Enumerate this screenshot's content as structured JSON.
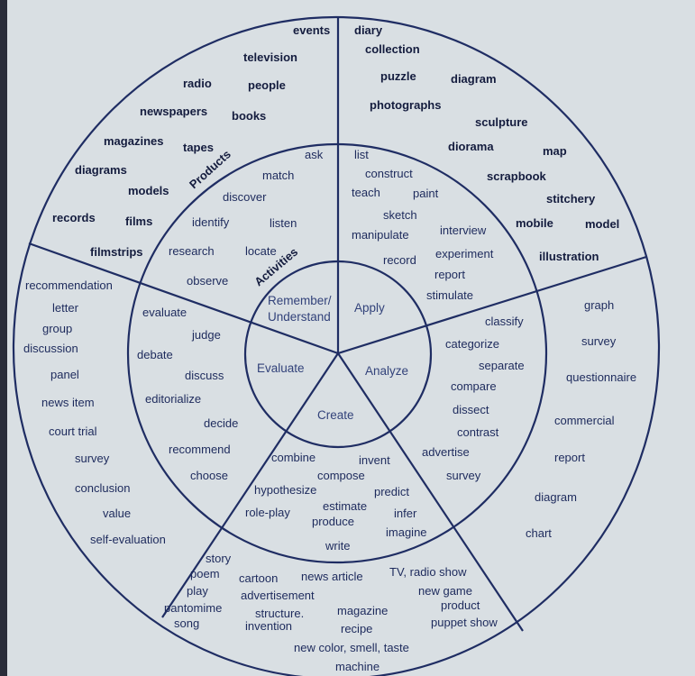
{
  "levels": {
    "remember": "Remember/",
    "understand": "Understand",
    "apply": "Apply",
    "evaluate": "Evaluate",
    "analyze": "Analyze",
    "create": "Create"
  },
  "ring_labels": {
    "products": "Products",
    "activities": "Activities"
  },
  "remember_products": [
    "events",
    "television",
    "radio",
    "people",
    "newspapers",
    "books",
    "magazines",
    "tapes",
    "diagrams",
    "models",
    "records",
    "films",
    "filmstrips"
  ],
  "apply_products": [
    "diary",
    "collection",
    "puzzle",
    "diagram",
    "photographs",
    "sculpture",
    "diorama",
    "map",
    "scrapbook",
    "stitchery",
    "mobile",
    "model",
    "illustration"
  ],
  "remember_activities": [
    "ask",
    "match",
    "discover",
    "identify",
    "listen",
    "research",
    "locate",
    "observe"
  ],
  "apply_activities": [
    "list",
    "construct",
    "teach",
    "paint",
    "sketch",
    "interview",
    "manipulate",
    "experiment",
    "record",
    "report",
    "stimulate"
  ],
  "evaluate_activities": [
    "evaluate",
    "judge",
    "debate",
    "discuss",
    "editorialize",
    "decide",
    "recommend",
    "choose"
  ],
  "evaluate_products": [
    "recommendation",
    "letter",
    "group",
    "discussion",
    "panel",
    "news item",
    "court trial",
    "survey",
    "conclusion",
    "value",
    "self-evaluation"
  ],
  "analyze_activities": [
    "classify",
    "categorize",
    "separate",
    "compare",
    "dissect",
    "contrast",
    "advertise",
    "survey"
  ],
  "analyze_products": [
    "graph",
    "survey",
    "questionnaire",
    "commercial",
    "report",
    "diagram",
    "chart"
  ],
  "create_activities": [
    "combine",
    "invent",
    "compose",
    "hypothesize",
    "predict",
    "role-play",
    "estimate",
    "produce",
    "infer",
    "imagine",
    "write"
  ],
  "create_products": [
    "story",
    "poem",
    "cartoon",
    "news article",
    "TV, radio show",
    "play",
    "new game",
    "advertisement",
    "product",
    "pantomime",
    "structure.",
    "magazine",
    "song",
    "invention",
    "recipe",
    "puppet show",
    "new color, smell, taste",
    "machine"
  ]
}
